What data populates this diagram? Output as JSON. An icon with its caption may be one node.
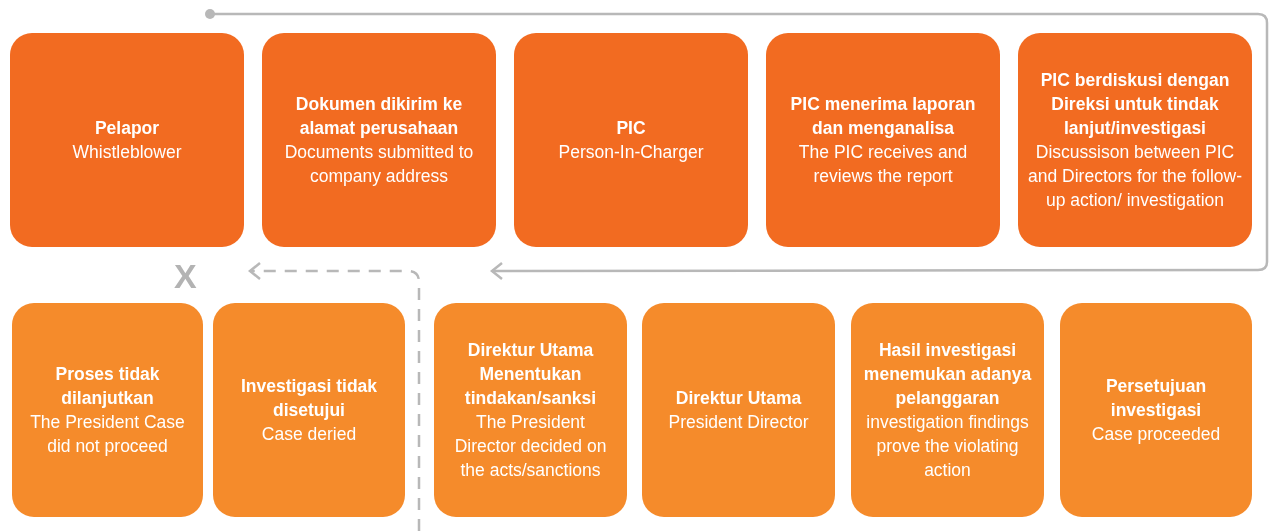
{
  "diagram": {
    "nodes": [
      {
        "text": [
          "Pelapor",
          "Whistleblower"
        ]
      },
      {
        "text": [
          "Dokumen dikirim ke alamat perusahaan",
          "Documents submitted to company address"
        ]
      },
      {
        "text": [
          "PIC",
          "Person-In-Charger"
        ]
      },
      {
        "text": [
          "PIC menerima laporan dan menganalisa",
          "The PIC receives and reviews the report"
        ]
      },
      {
        "text": [
          "PIC berdiskusi dengan Direksi untuk tindak lanjut/investigasi",
          "Discussison between PIC and Directors for the follow-up action/ investigation"
        ]
      },
      {
        "text": [
          "Proses tidak dilanjutkan",
          "The President Case did not proceed"
        ]
      },
      {
        "text": [
          "Investigasi tidak disetujui",
          "Case deried"
        ]
      },
      {
        "text": [
          "Direktur Utama Menentukan tindakan/sanksi",
          "The President Director decided on the acts/sanctions"
        ]
      },
      {
        "text": [
          "Direktur Utama",
          "President Director"
        ]
      },
      {
        "text": [
          "Hasil investigasi menemukan adanya pelanggaran",
          "investigation findings prove the violating action"
        ]
      },
      {
        "text": [
          "Persetujuan investigasi",
          "Case proceeded"
        ]
      }
    ],
    "edges": [],
    "labels": [
      "X"
    ]
  }
}
